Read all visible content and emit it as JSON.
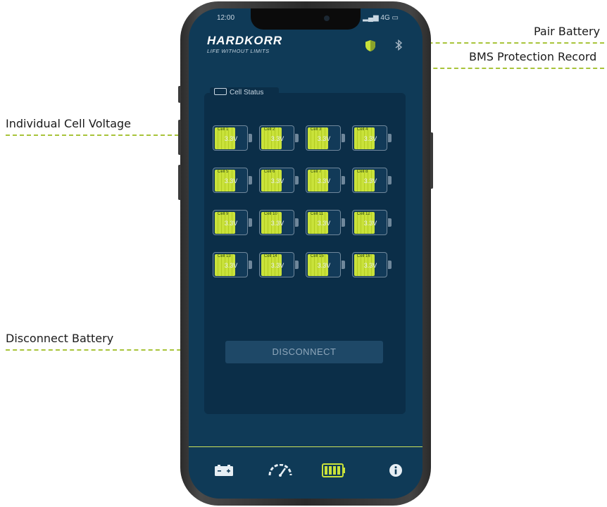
{
  "callouts": {
    "pair_battery": "Pair Battery",
    "bms_protection_record": "BMS Protection Record",
    "individual_cell_voltage": "Individual Cell Voltage",
    "disconnect_battery": "Disconnect Battery"
  },
  "status_bar": {
    "time": "12:00",
    "network": "4G"
  },
  "app": {
    "logo": "HARDKORR",
    "tagline": "LIFE WITHOUT LIMITS"
  },
  "header_icons": [
    "shield-icon",
    "bluetooth-icon"
  ],
  "panel": {
    "title": "Cell Status"
  },
  "cells": [
    {
      "label": "Cell 1",
      "voltage": "3.3V"
    },
    {
      "label": "Cell 2",
      "voltage": "3.3V"
    },
    {
      "label": "Cell 3",
      "voltage": "3.3V"
    },
    {
      "label": "Cell 4",
      "voltage": "3.3V"
    },
    {
      "label": "Cell 5",
      "voltage": "3.3V"
    },
    {
      "label": "Cell 6",
      "voltage": "3.3V"
    },
    {
      "label": "Cell 7",
      "voltage": "3.3V"
    },
    {
      "label": "Cell 8",
      "voltage": "3.3V"
    },
    {
      "label": "Cell 9",
      "voltage": "3.3V"
    },
    {
      "label": "Cell 10",
      "voltage": "3.3V"
    },
    {
      "label": "Cell 11",
      "voltage": "3.3V"
    },
    {
      "label": "Cell 12",
      "voltage": "3.3V"
    },
    {
      "label": "Cell 13",
      "voltage": "3.3V"
    },
    {
      "label": "Cell 14",
      "voltage": "3.3V"
    },
    {
      "label": "Cell 15",
      "voltage": "3.3V"
    },
    {
      "label": "Cell 16",
      "voltage": "3.3V"
    }
  ],
  "buttons": {
    "disconnect": "DISCONNECT"
  },
  "bottom_nav": [
    "battery-overview-icon",
    "gauge-icon",
    "cell-status-icon",
    "info-icon"
  ],
  "colors": {
    "accent": "#c9e23a",
    "screen_bg": "#0f3a57",
    "panel_bg": "#0b2e48",
    "callout_line": "#a8c43a"
  }
}
